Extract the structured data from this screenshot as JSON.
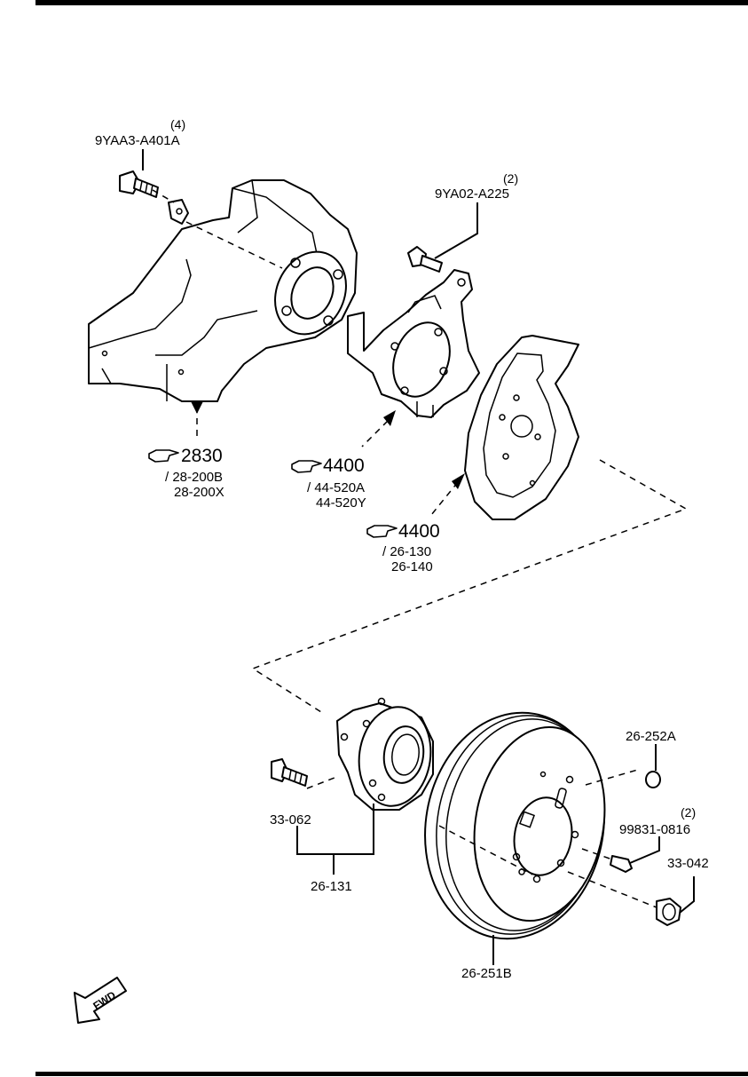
{
  "callouts": {
    "bolt_knuckle": {
      "qty": "(4)",
      "code": "9YAA3-A401A"
    },
    "bolt_plate": {
      "qty": "(2)",
      "code": "9YA02-A225"
    },
    "knuckle_ref": {
      "section": "2830",
      "parts": [
        "/ 28-200B",
        "28-200X"
      ]
    },
    "bracket_ref": {
      "section": "4400",
      "parts": [
        "/ 44-520A",
        "44-520Y"
      ]
    },
    "shield_ref": {
      "section": "4400",
      "parts": [
        "/ 26-130",
        "26-140"
      ]
    },
    "cap": {
      "code": "26-252A"
    },
    "screw": {
      "qty": "(2)",
      "code": "99831-0816"
    },
    "nut": {
      "code": "33-042"
    },
    "hub_bolt": {
      "code": "33-062"
    },
    "hub": {
      "code": "26-131"
    },
    "disc": {
      "code": "26-251B"
    }
  },
  "fwd_label": "FWD",
  "icons": {
    "reference": "pointing-hand-icon",
    "direction": "fwd-arrow-icon"
  }
}
